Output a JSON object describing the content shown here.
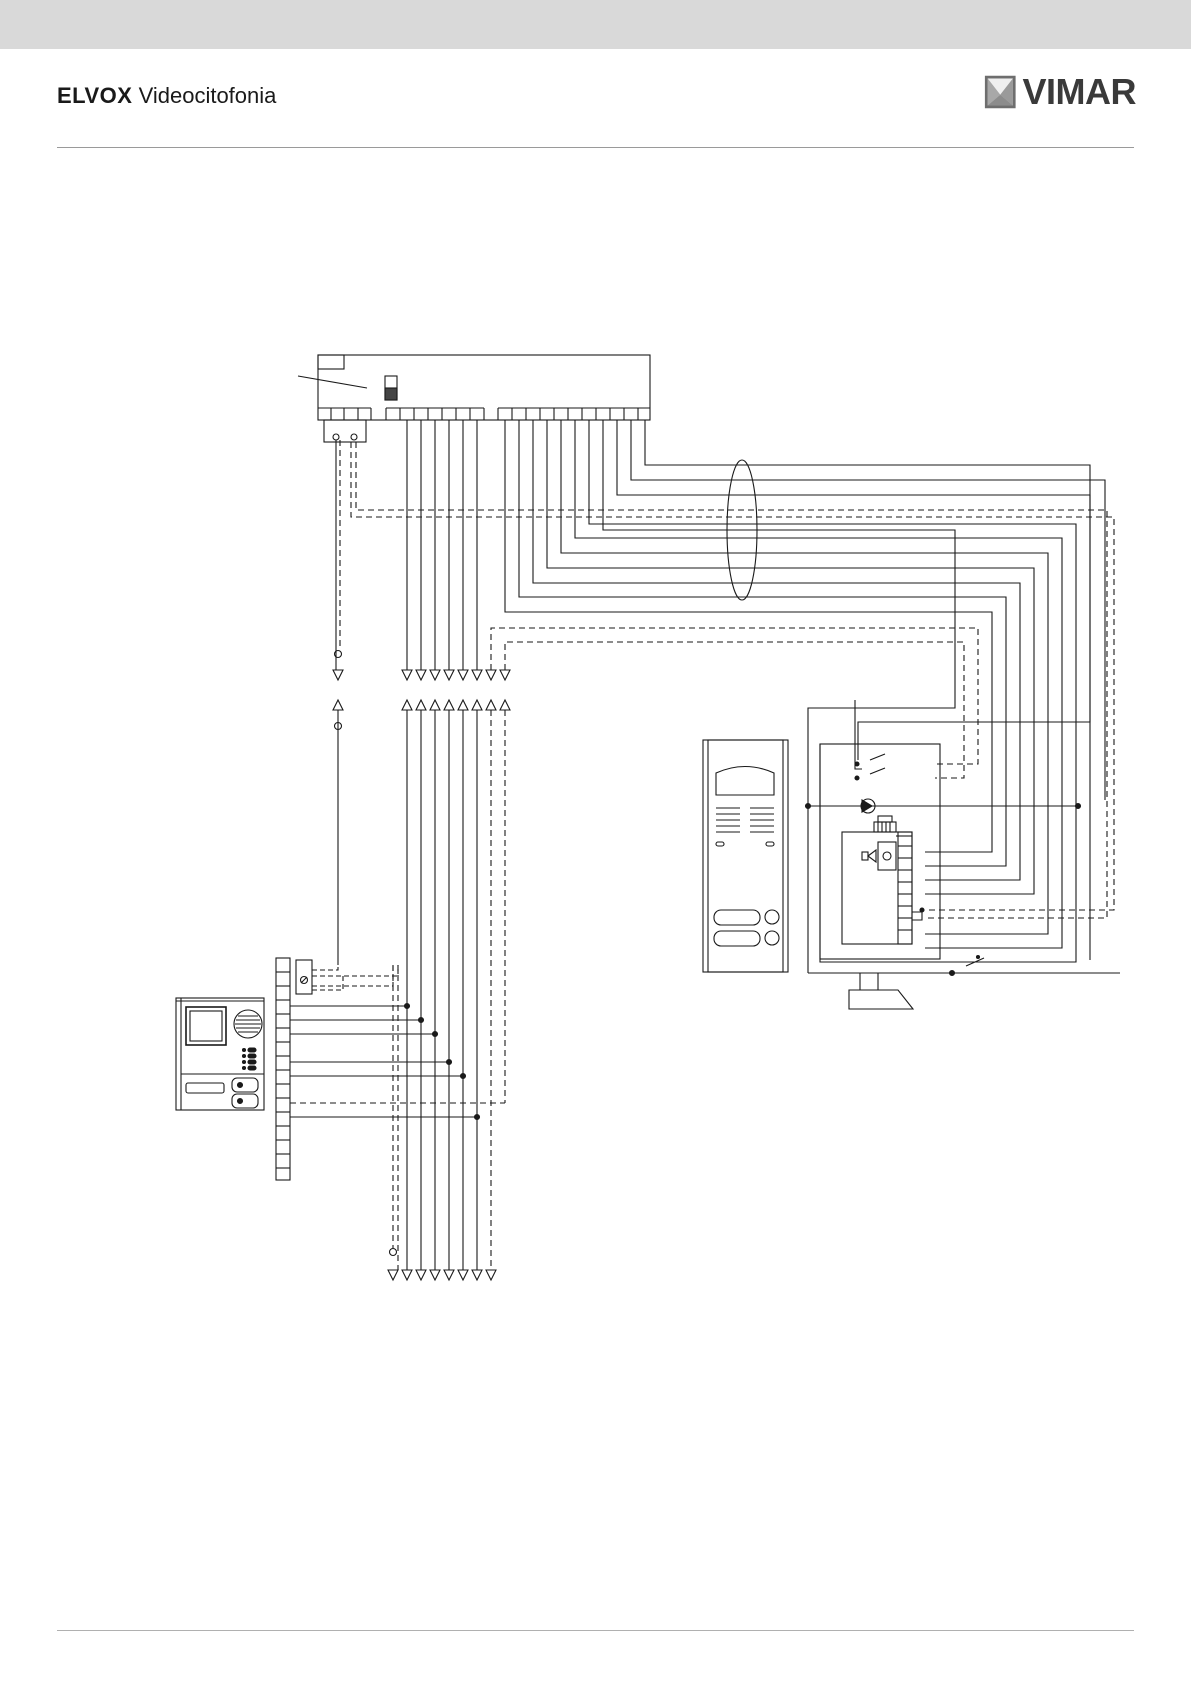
{
  "header": {
    "brand_bold": "ELVOX",
    "brand_light": "Videocitofonia",
    "logo_text": "VIMAR"
  },
  "icons": {
    "logo": "vimar-mark-icon",
    "monitor": "video-monitor-icon",
    "entrance_panel": "entrance-panel-icon",
    "door_lock": "door-lock-icon"
  },
  "colors": {
    "top_bar": "#d9d9d9",
    "line": "#1a1a1a",
    "rule": "#9a9a9a"
  }
}
